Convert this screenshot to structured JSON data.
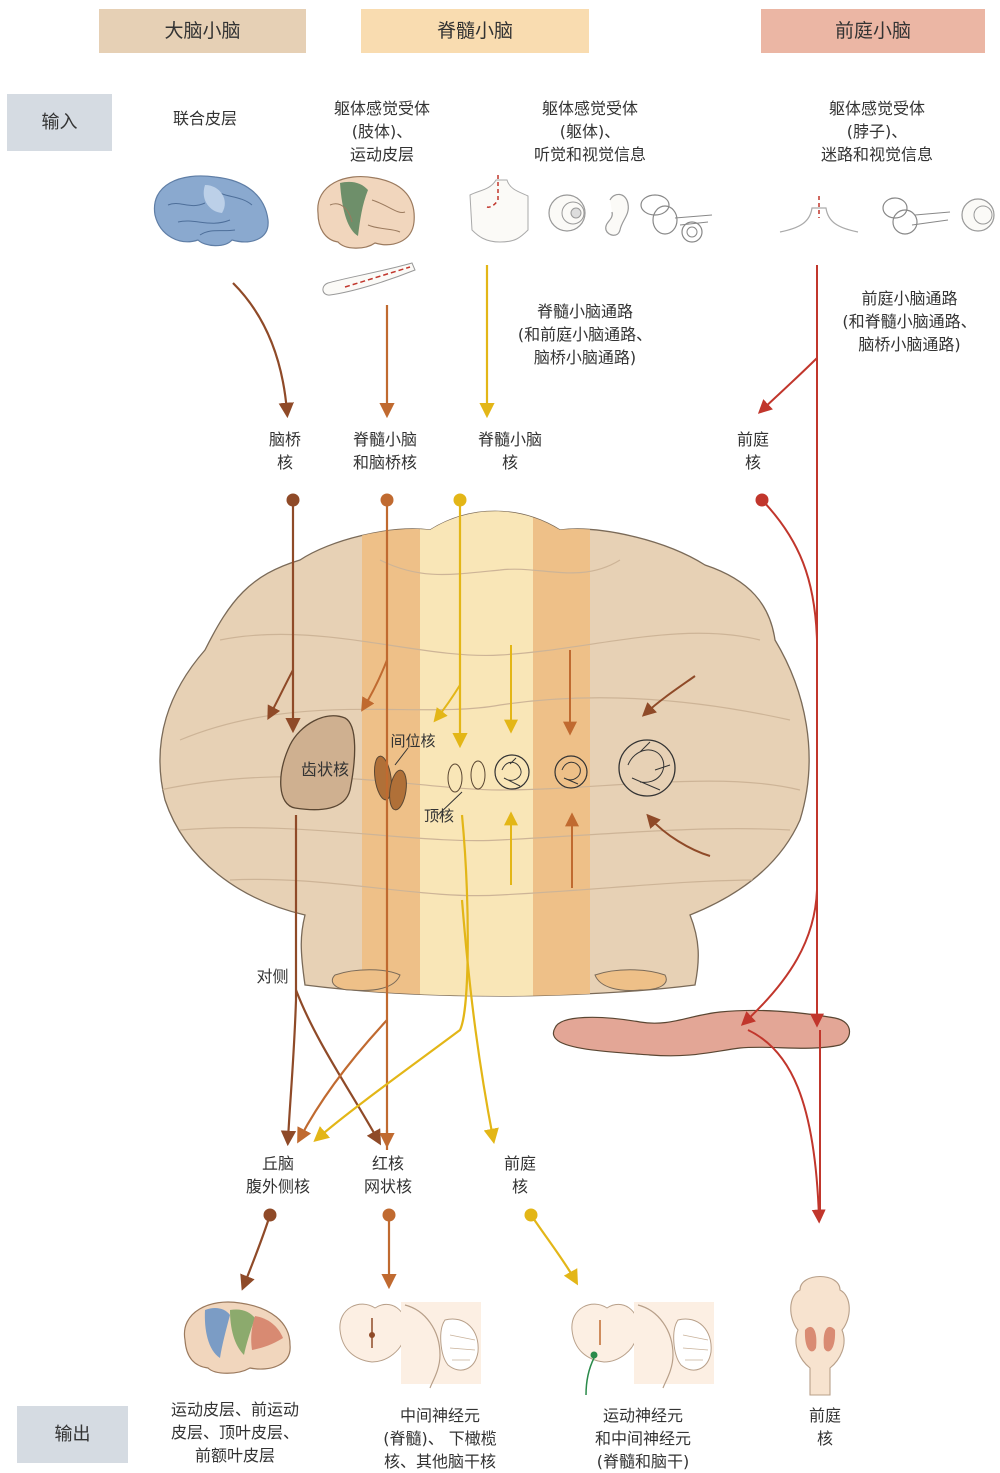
{
  "headers": {
    "cerebrocerebellum": "大脑小脑",
    "spinocerebellum": "脊髓小脑",
    "vestibulocerebellum": "前庭小脑"
  },
  "side_labels": {
    "input": "输入",
    "output": "输出"
  },
  "inputs": {
    "association_cortex": "联合皮层",
    "somatosensory_limb": [
      "躯体感觉受体",
      "(肢体)、",
      "运动皮层"
    ],
    "somatosensory_trunk": [
      "躯体感觉受体",
      "(躯体)、",
      "听觉和视觉信息"
    ],
    "somatosensory_neck": [
      "躯体感觉受体",
      "(脖子)、",
      "迷路和视觉信息"
    ]
  },
  "pathways": {
    "spinocerebellar": [
      "脊髓小脑通路",
      "(和前庭小脑通路、",
      "脑桥小脑通路)"
    ],
    "vestibulocerebellar": [
      "前庭小脑通路",
      "(和脊髓小脑通路、",
      "脑桥小脑通路)"
    ]
  },
  "relay_nuclei": {
    "pontine": [
      "脑桥",
      "核"
    ],
    "spinal_pontine": [
      "脊髓小脑",
      "和脑桥核"
    ],
    "spinocerebellar": [
      "脊髓小脑",
      "核"
    ],
    "vestibular": [
      "前庭",
      "核"
    ]
  },
  "deep_nuclei": {
    "dentate": "齿状核",
    "interposed": "间位核",
    "fastigial": "顶核"
  },
  "contralateral": "对侧",
  "targets": {
    "thalamus": [
      "丘脑",
      "腹外侧核"
    ],
    "red_reticular": [
      "红核",
      "网状核"
    ],
    "vestibular": [
      "前庭",
      "核"
    ]
  },
  "outputs": {
    "cortex": [
      "运动皮层、前运动",
      "皮层、顶叶皮层、",
      "前额叶皮层"
    ],
    "interneurons": [
      "中间神经元",
      "(脊髓)、  下橄榄",
      "核、其他脑干核"
    ],
    "motor_neurons": [
      "运动神经元",
      "和中间神经元",
      "(脊髓和脑干)"
    ],
    "vestibular": [
      "前庭",
      "核"
    ]
  },
  "colors": {
    "cerebro": "#8f4a28",
    "spino_brown": "#c06a30",
    "spino_yellow": "#e3b617",
    "vestibulo": "#c1362c",
    "cerebellum_outer": "#e7d1b5",
    "spino_zone": "#eec088",
    "vermis": "#f9e6b7"
  }
}
